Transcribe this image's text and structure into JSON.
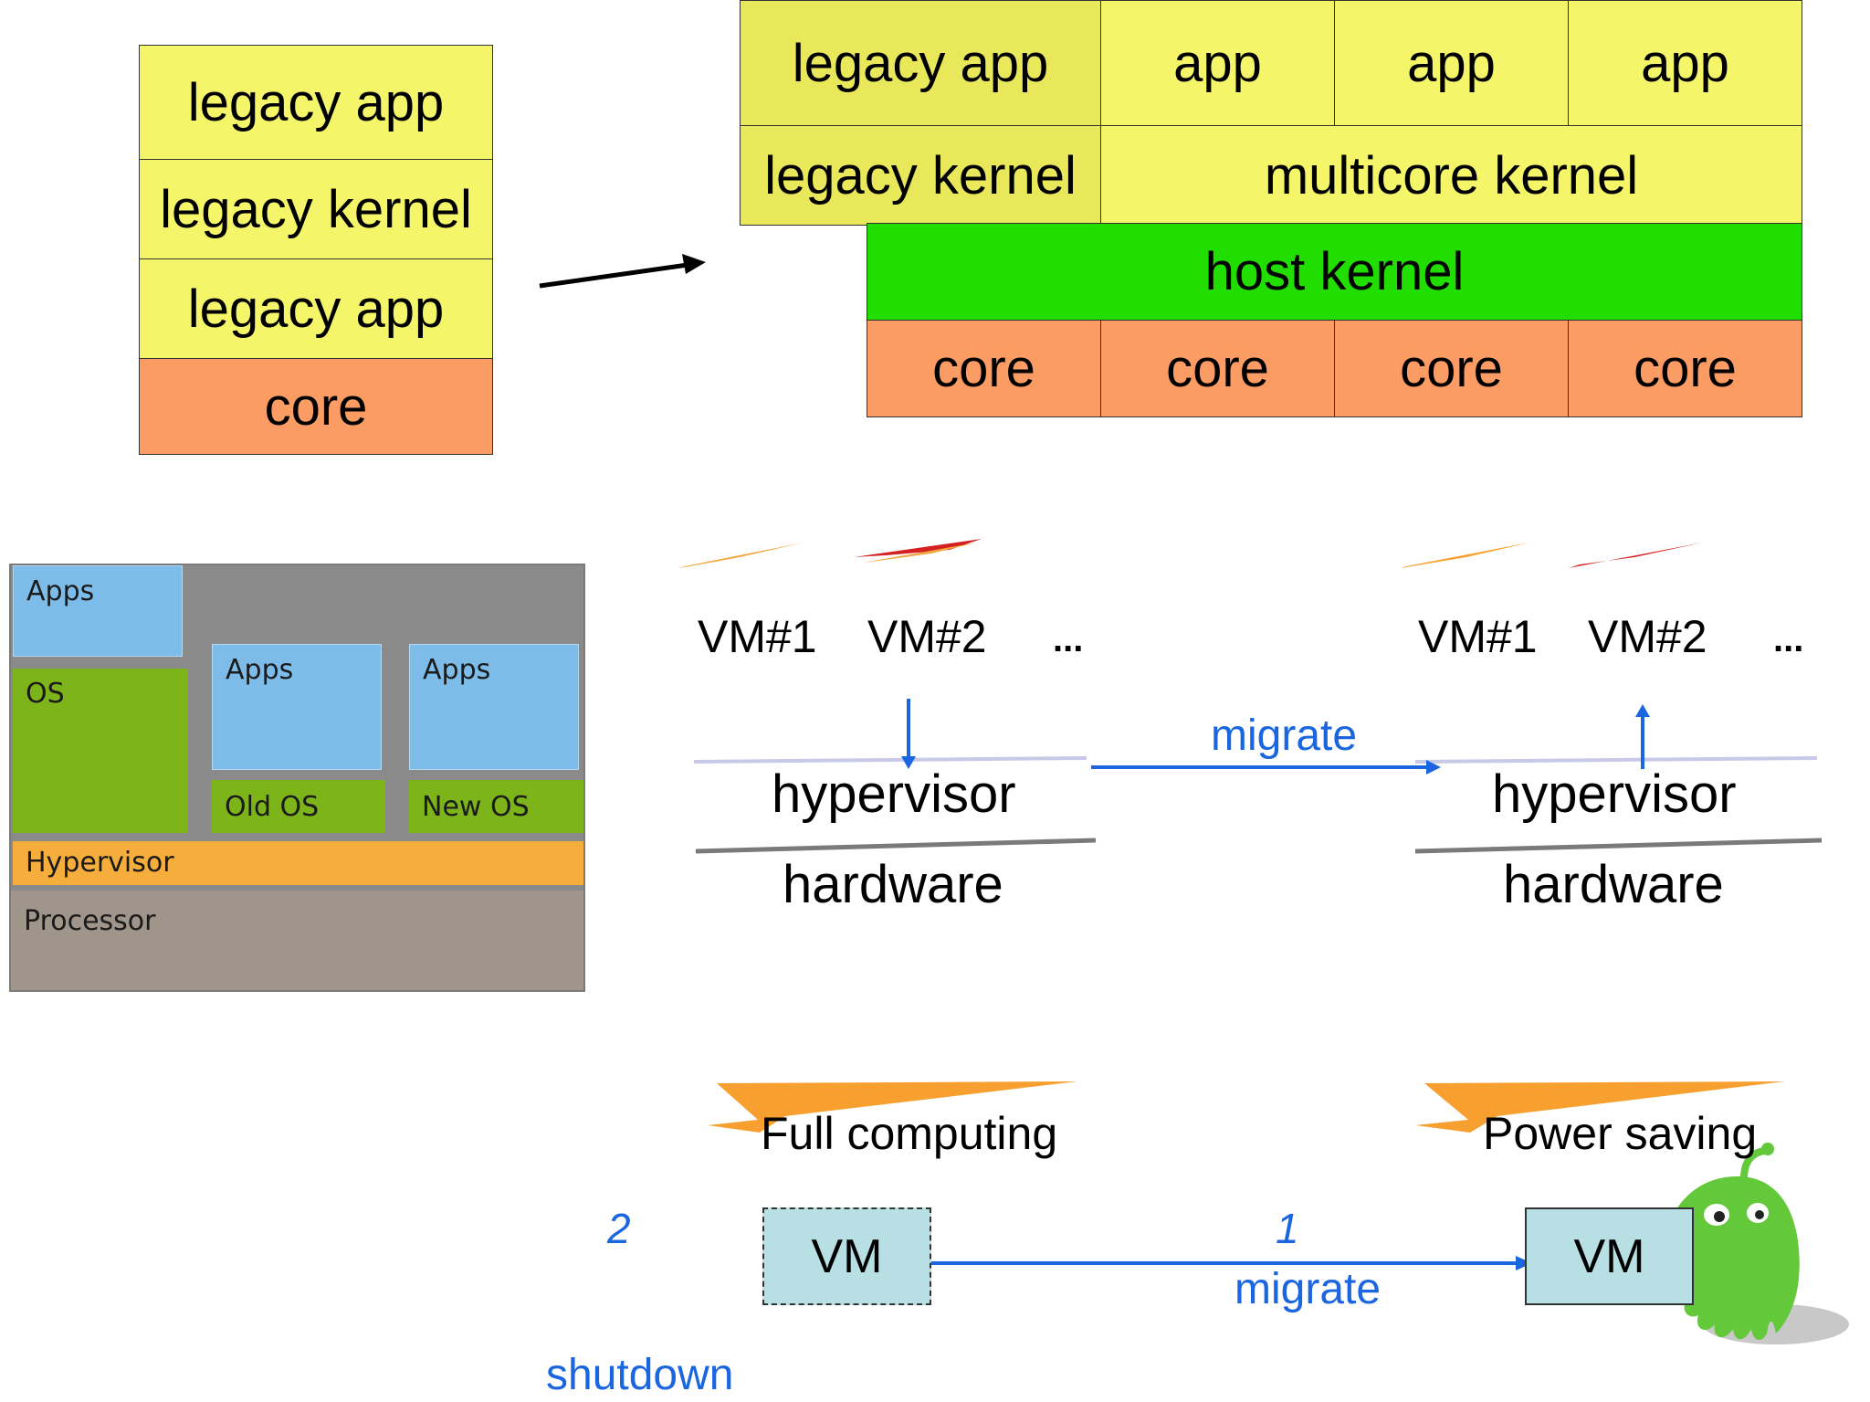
{
  "top_left_stack": {
    "legacy_app_top": "legacy app",
    "legacy_kernel": "legacy kernel",
    "legacy_app_bottom": "legacy app",
    "core": "core"
  },
  "top_right_stack": {
    "legacy_app": "legacy app",
    "apps": [
      "app",
      "app",
      "app"
    ],
    "legacy_kernel": "legacy kernel",
    "multicore_kernel": "multicore kernel",
    "host_kernel": "host kernel",
    "cores": [
      "core",
      "core",
      "core",
      "core"
    ]
  },
  "virtualization_panel": {
    "apps_1": "Apps",
    "os": "OS",
    "apps_2": "Apps",
    "apps_3": "Apps",
    "old_os": "Old OS",
    "new_os": "New OS",
    "hypervisor": "Hypervisor",
    "processor": "Processor"
  },
  "migration_diagram": {
    "left": {
      "vm1": "VM#1",
      "vm2": "VM#2",
      "ellipsis": "...",
      "hypervisor": "hypervisor",
      "hardware": "hardware"
    },
    "right": {
      "vm1": "VM#1",
      "vm2": "VM#2",
      "ellipsis": "...",
      "hypervisor": "hypervisor",
      "hardware": "hardware"
    },
    "migrate_label": "migrate"
  },
  "power_diagram": {
    "full_computing": "Full computing",
    "power_saving": "Power saving",
    "vm_left": "VM",
    "vm_right": "VM",
    "step_1": "1",
    "step_2": "2",
    "migrate_label": "migrate",
    "shutdown_label": "shutdown"
  },
  "colors": {
    "yellow": "#f5f56a",
    "orange": "#fa9c64",
    "green": "#22dd00",
    "blue_arrow": "#1a66e0",
    "vm_box": "#b8dfe3"
  }
}
